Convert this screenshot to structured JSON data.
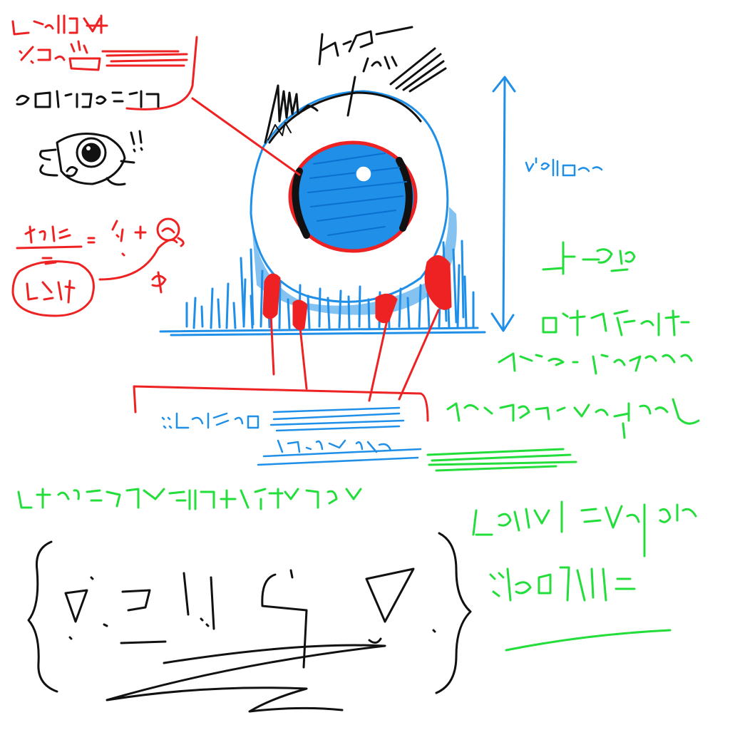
{
  "colors": {
    "background": "#ffffff",
    "black": "#111111",
    "red": "#ee2222",
    "blue": "#1f8fe8",
    "green": "#22dd3a"
  },
  "doodle": {
    "subject": "eyeball-creature",
    "glyph_text_legible": false
  },
  "icons": [
    "eyeball-creature",
    "small-eye-sketch",
    "tree-tuft",
    "dimension-arrow",
    "curly-brace",
    "bracket"
  ]
}
